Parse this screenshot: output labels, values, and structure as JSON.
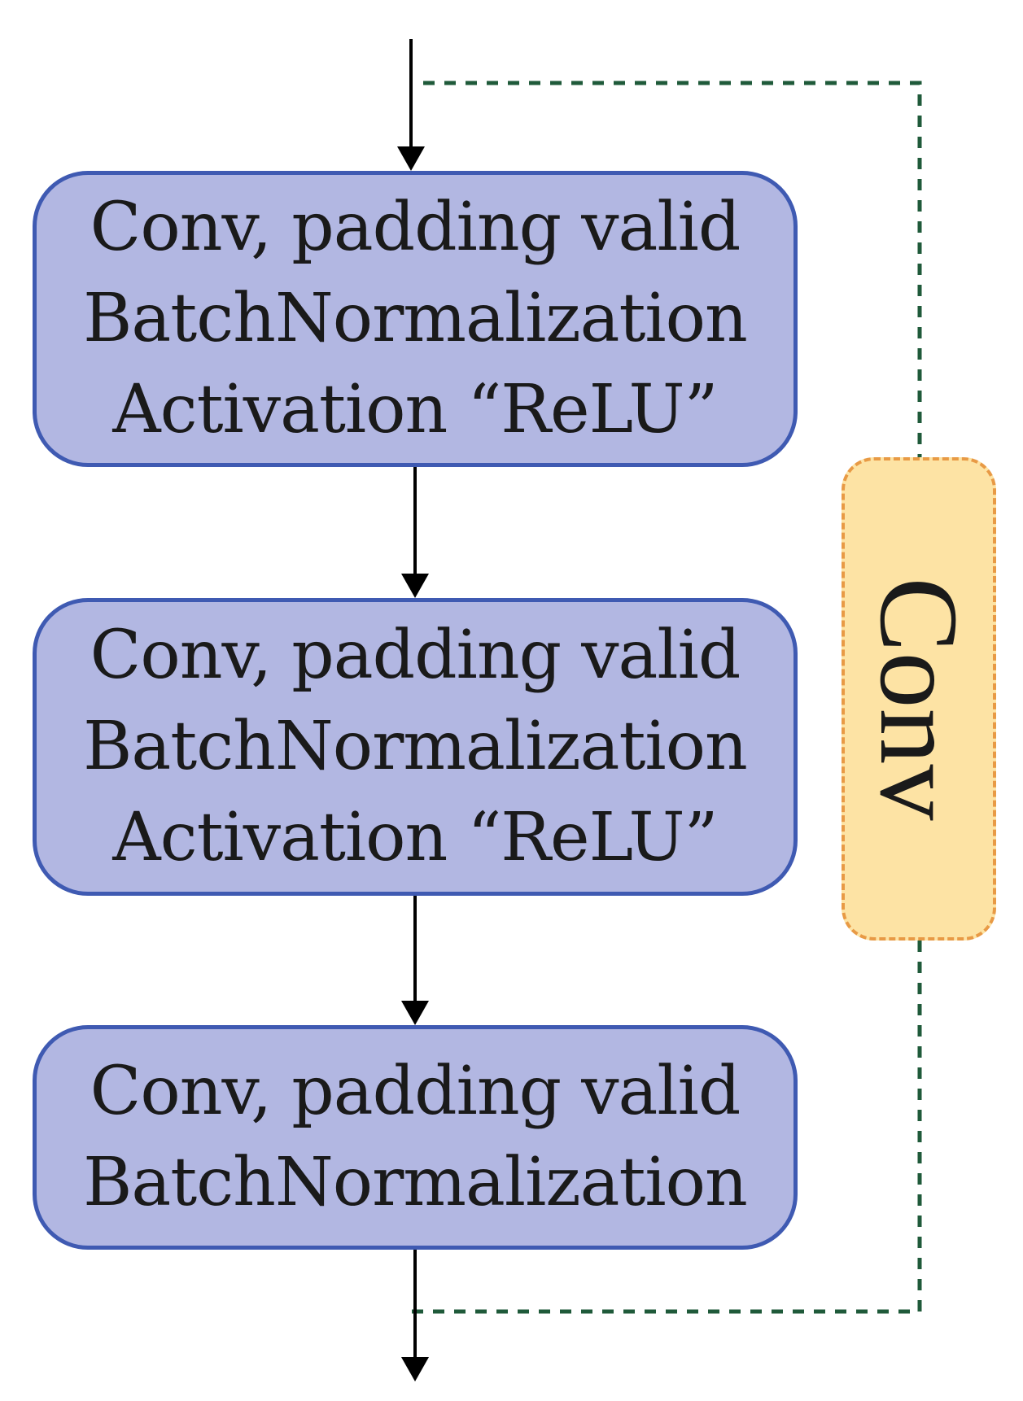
{
  "colors": {
    "block_fill": "#b2b7e2",
    "block_border": "#3f5ab2",
    "shortcut_fill": "#fde3a4",
    "shortcut_border": "#e89a45",
    "skip_line": "#1f5a3a",
    "arrow": "#000000"
  },
  "blocks": [
    {
      "line1": "Conv, padding valid",
      "line2": "BatchNormalization",
      "line3": "Activation “ReLU”"
    },
    {
      "line1": "Conv, padding valid",
      "line2": "BatchNormalization",
      "line3": "Activation “ReLU”"
    },
    {
      "line1": "Conv, padding valid",
      "line2": "BatchNormalization"
    }
  ],
  "shortcut": {
    "label": "Conv"
  }
}
